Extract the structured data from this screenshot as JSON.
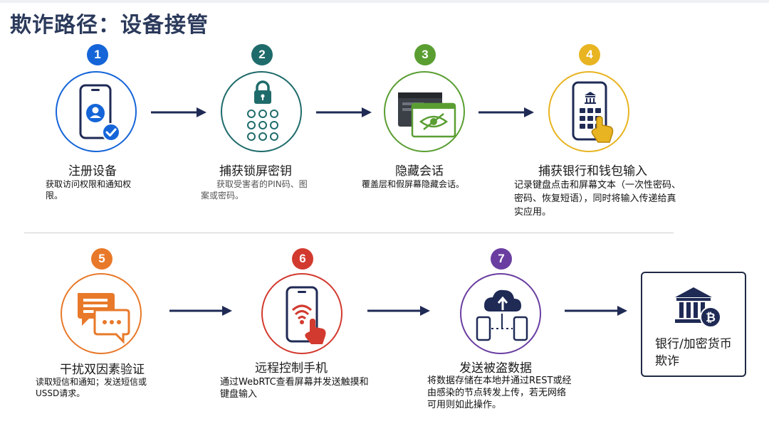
{
  "page": {
    "title": "欺诈路径：设备接管"
  },
  "steps": [
    {
      "number": "1",
      "title": "注册设备",
      "desc": "获取访问权限和通知权限。",
      "color": "#1565d8",
      "icon": "phone-user-check-icon"
    },
    {
      "number": "2",
      "title": "捕获锁屏密钥",
      "desc": "获取受害者的PIN码、图案或密码。",
      "color": "#1f6b6b",
      "icon": "lock-pin-icon"
    },
    {
      "number": "3",
      "title": "隐藏会话",
      "desc": "覆盖层和假屏幕隐藏会话。",
      "color": "#5a9e32",
      "icon": "hidden-screen-icon"
    },
    {
      "number": "4",
      "title": "捕获银行和钱包输入",
      "desc": "记录键盘点击和屏幕文本（一次性密码、密码、恢复短语），同时将输入传递给真实应用。",
      "color": "#e8b421",
      "icon": "keypad-tap-icon"
    },
    {
      "number": "5",
      "title": "干扰双因素验证",
      "desc": "读取短信和通知；发送短信或USSD请求。",
      "color": "#e8792a",
      "icon": "sms-chat-icon"
    },
    {
      "number": "6",
      "title": "远程控制手机",
      "desc": "通过WebRTC查看屏幕并发送触摸和键盘输入",
      "color": "#d23a2f",
      "icon": "remote-touch-icon"
    },
    {
      "number": "7",
      "title": "发送被盗数据",
      "desc": "将数据存储在本地并通过REST或经由感染的节点转发上传，若无网络可用则如此操作。",
      "color": "#6a3ea1",
      "icon": "cloud-upload-icon"
    }
  ],
  "result": {
    "label": "银行/加密货币欺诈",
    "icon": "bank-bitcoin-icon",
    "border_color": "#1f2a44"
  },
  "colors": {
    "arrow": "#1f2a55",
    "title": "#2b3a5b"
  }
}
